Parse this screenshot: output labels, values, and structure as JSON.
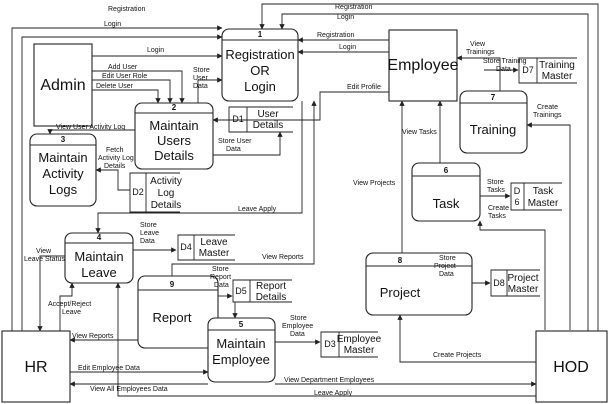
{
  "entities": {
    "admin": "Admin",
    "employee": "Employee",
    "hr": "HR",
    "hod": "HOD"
  },
  "processes": [
    {
      "id": "p1",
      "number": "1",
      "lines": [
        "Registration",
        "OR",
        "Login"
      ]
    },
    {
      "id": "p2",
      "number": "2",
      "lines": [
        "Maintain",
        "Users",
        "Details"
      ]
    },
    {
      "id": "p3",
      "number": "3",
      "lines": [
        "Maintain",
        "Activity",
        "Logs"
      ]
    },
    {
      "id": "p4",
      "number": "4",
      "lines": [
        "Maintain",
        "Leave"
      ]
    },
    {
      "id": "p5",
      "number": "5",
      "lines": [
        "Maintain",
        "Employee"
      ]
    },
    {
      "id": "p6",
      "number": "6",
      "lines": [
        "Task"
      ]
    },
    {
      "id": "p7",
      "number": "7",
      "lines": [
        "Training"
      ]
    },
    {
      "id": "p8",
      "number": "8",
      "lines": [
        "Project"
      ]
    },
    {
      "id": "p9",
      "number": "9",
      "lines": [
        "Report"
      ]
    }
  ],
  "stores": [
    {
      "id": "D1",
      "label_lines": [
        "User",
        "Details"
      ]
    },
    {
      "id": "D2",
      "label_lines": [
        "Activity",
        "Log",
        "Details"
      ]
    },
    {
      "id": "D3",
      "label_lines": [
        "Employee",
        "Master"
      ]
    },
    {
      "id": "D4",
      "label_lines": [
        "Leave",
        "Master"
      ]
    },
    {
      "id": "D5",
      "label_lines": [
        "Report",
        "Details"
      ]
    },
    {
      "id": "D6",
      "id_lines": [
        "D",
        "6"
      ],
      "label_lines": [
        "Task",
        "Master"
      ]
    },
    {
      "id": "D7",
      "label_lines": [
        "Training",
        "Master"
      ]
    },
    {
      "id": "D8",
      "label_lines": [
        "Project",
        "Master"
      ]
    }
  ],
  "flows": {
    "registration_top": "Registration",
    "login_top": "Login",
    "registration_hr": "Registration",
    "login_hr": "Login",
    "login_admin": "Login",
    "registration_emp": "Registration",
    "login_emp": "Login",
    "view_trainings": [
      "View",
      "Trainings"
    ],
    "store_training_data": [
      "Store Training",
      "Data"
    ],
    "create_trainings": [
      "Create",
      "Trainings"
    ],
    "add_user": "Add User",
    "edit_user_role": "Edit User Role",
    "delete_user": "Delete User",
    "store_user_data_p1": [
      "Store",
      "User",
      "Data"
    ],
    "store_user_data_d1": [
      "Store User",
      "Data"
    ],
    "edit_profile": "Edit Profile",
    "view_user_activity_log": "View User Activity Log",
    "fetch_activity_log": [
      "Fetch",
      "Activity Log",
      "Details"
    ],
    "view_tasks": "View Tasks",
    "store_tasks": [
      "Store",
      "Tasks"
    ],
    "create_tasks": [
      "Create",
      "Tasks"
    ],
    "view_projects": "View Projects",
    "leave_apply_top": "Leave Apply",
    "store_leave_data": [
      "Store",
      "Leave",
      "Data"
    ],
    "view_leave_status": [
      "View",
      "Leave Status"
    ],
    "view_reports_top": "View Reports",
    "store_report_data": [
      "Store",
      "Report",
      "Data"
    ],
    "accept_reject_leave": [
      "Accept/Reject",
      "Leave"
    ],
    "view_reports_hr": "View Reports",
    "store_employee_data": [
      "Store",
      "Employee",
      "Data"
    ],
    "store_project_data": [
      "Store",
      "Project",
      "Data"
    ],
    "create_projects": "Create Projects",
    "edit_employee_data": "Edit Employee Data",
    "view_all_employees": "View All Employees Data",
    "view_department_employees": "View Department Employees",
    "leave_apply_bottom": "Leave Apply"
  }
}
